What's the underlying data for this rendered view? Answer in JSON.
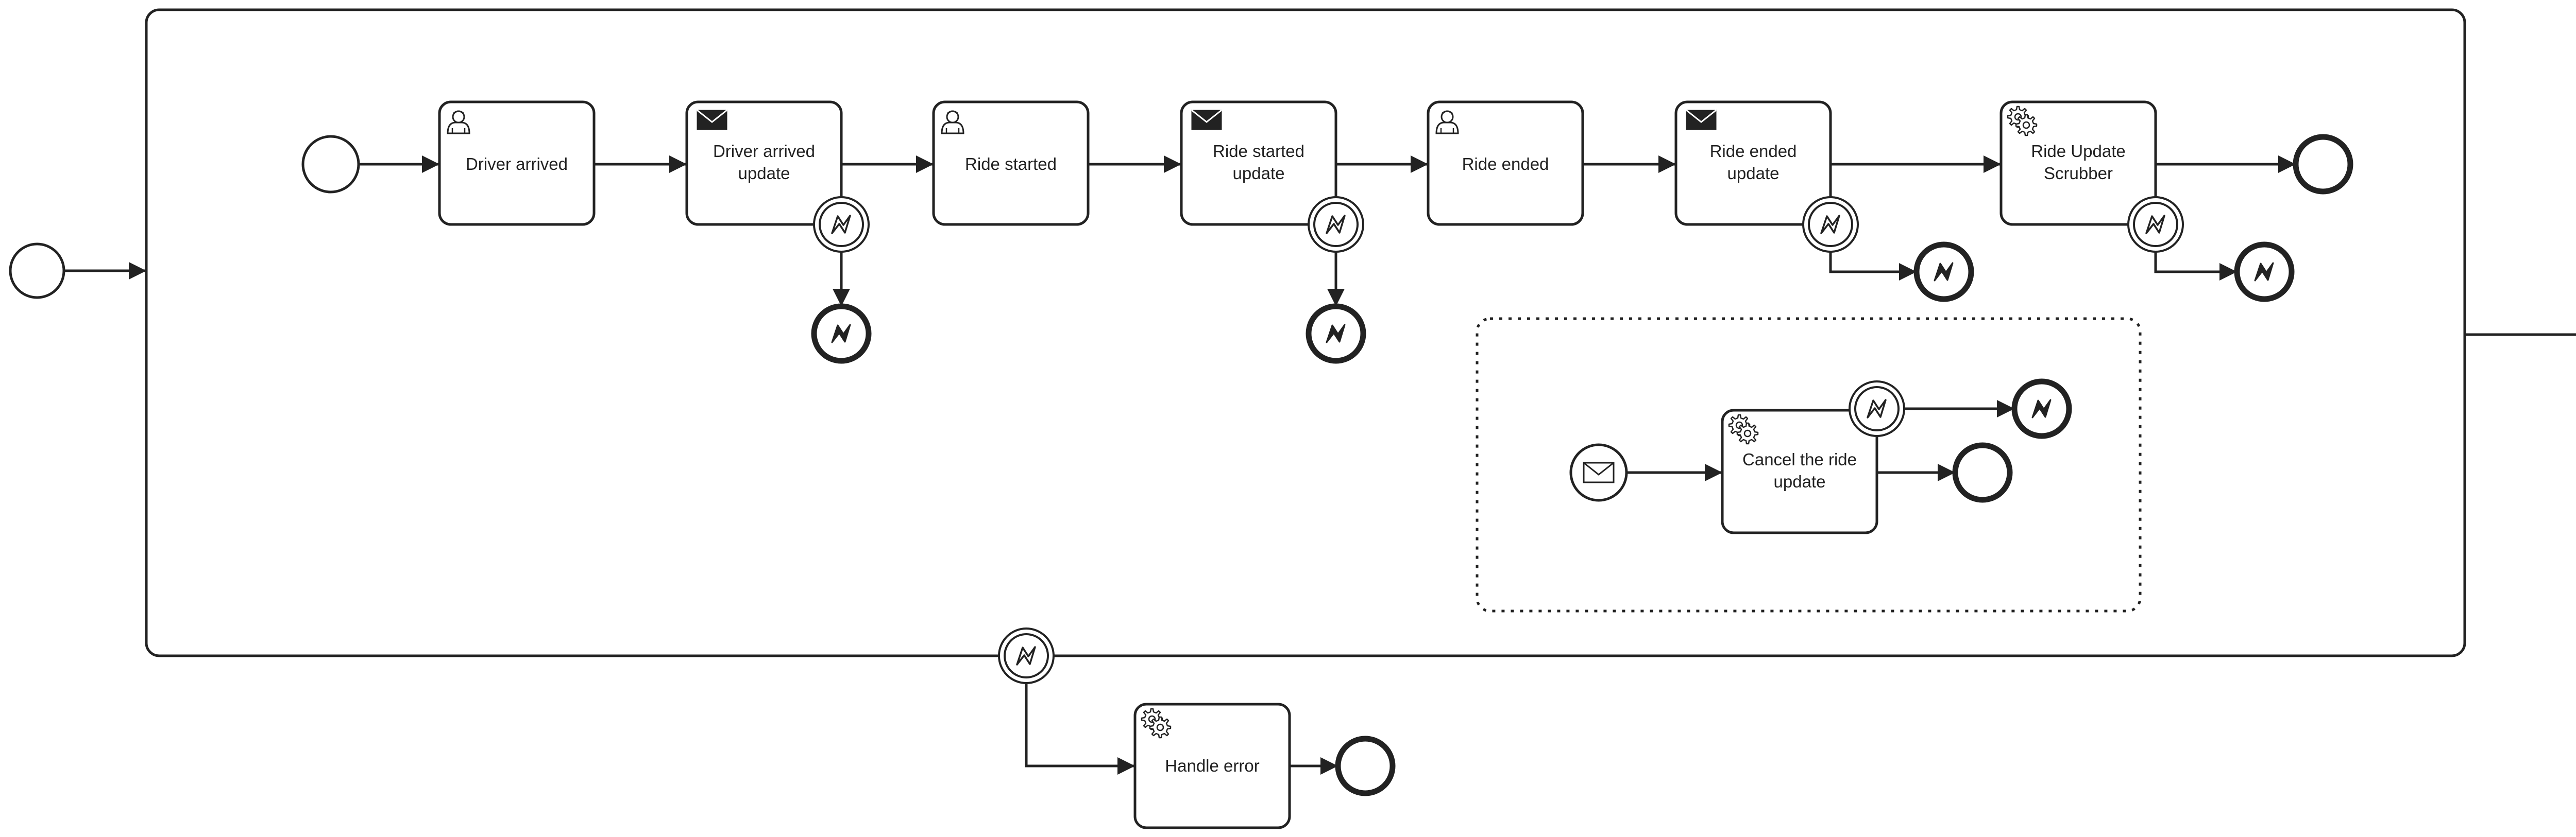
{
  "diagram": {
    "tasks": {
      "driver_arrived": {
        "label": "Driver arrived",
        "type": "user-task",
        "icon": "user-icon"
      },
      "driver_arrived_update": {
        "label_line1": "Driver arrived",
        "label_line2": "update",
        "type": "send-task",
        "icon": "envelope-icon"
      },
      "ride_started": {
        "label": "Ride started",
        "type": "user-task",
        "icon": "user-icon"
      },
      "ride_started_update": {
        "label_line1": "Ride started",
        "label_line2": "update",
        "type": "send-task",
        "icon": "envelope-icon"
      },
      "ride_ended": {
        "label": "Ride ended",
        "type": "user-task",
        "icon": "user-icon"
      },
      "ride_ended_update": {
        "label_line1": "Ride ended",
        "label_line2": "update",
        "type": "send-task",
        "icon": "envelope-icon"
      },
      "ride_update_scrubber": {
        "label_line1": "Ride Update",
        "label_line2": "Scrubber",
        "type": "service-task",
        "icon": "gear-icon"
      },
      "cancel_ride_update": {
        "label_line1": "Cancel the ride",
        "label_line2": "update",
        "type": "service-task",
        "icon": "gear-icon"
      },
      "handle_error": {
        "label": "Handle error",
        "type": "service-task",
        "icon": "gear-icon"
      }
    },
    "events": {
      "boundary_error_icon": "lightning-icon",
      "error_end_icon": "lightning-icon",
      "message_start_icon": "envelope-icon"
    },
    "colors": {
      "stroke": "#222222",
      "fill": "#ffffff"
    }
  }
}
